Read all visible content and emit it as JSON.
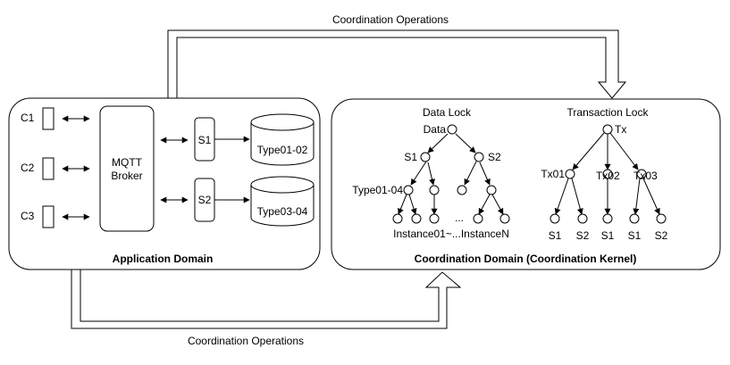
{
  "top_arrow_label": "Coordination Operations",
  "bottom_arrow_label": "Coordination Operations",
  "application_domain": {
    "title": "Application Domain",
    "clients": [
      "C1",
      "C2",
      "C3"
    ],
    "broker": [
      "MQTT",
      "Broker"
    ],
    "servers": [
      "S1",
      "S2"
    ],
    "stores": [
      "Type01-02",
      "Type03-04"
    ]
  },
  "coordination_domain": {
    "title": "Coordination Domain (Coordination Kernel)",
    "data_lock": {
      "title": "Data Lock",
      "root": "Data",
      "s1": "S1",
      "s2": "S2",
      "type_node": "Type01-04",
      "ellipsis": "...",
      "instances": "Instance01~...InstanceN"
    },
    "transaction_lock": {
      "title": "Transaction Lock",
      "root": "Tx",
      "tx01": "Tx01",
      "tx02": "Tx02",
      "tx03": "Tx03",
      "leaves": [
        "S1",
        "S2",
        "S1",
        "S1",
        "S2"
      ]
    }
  }
}
